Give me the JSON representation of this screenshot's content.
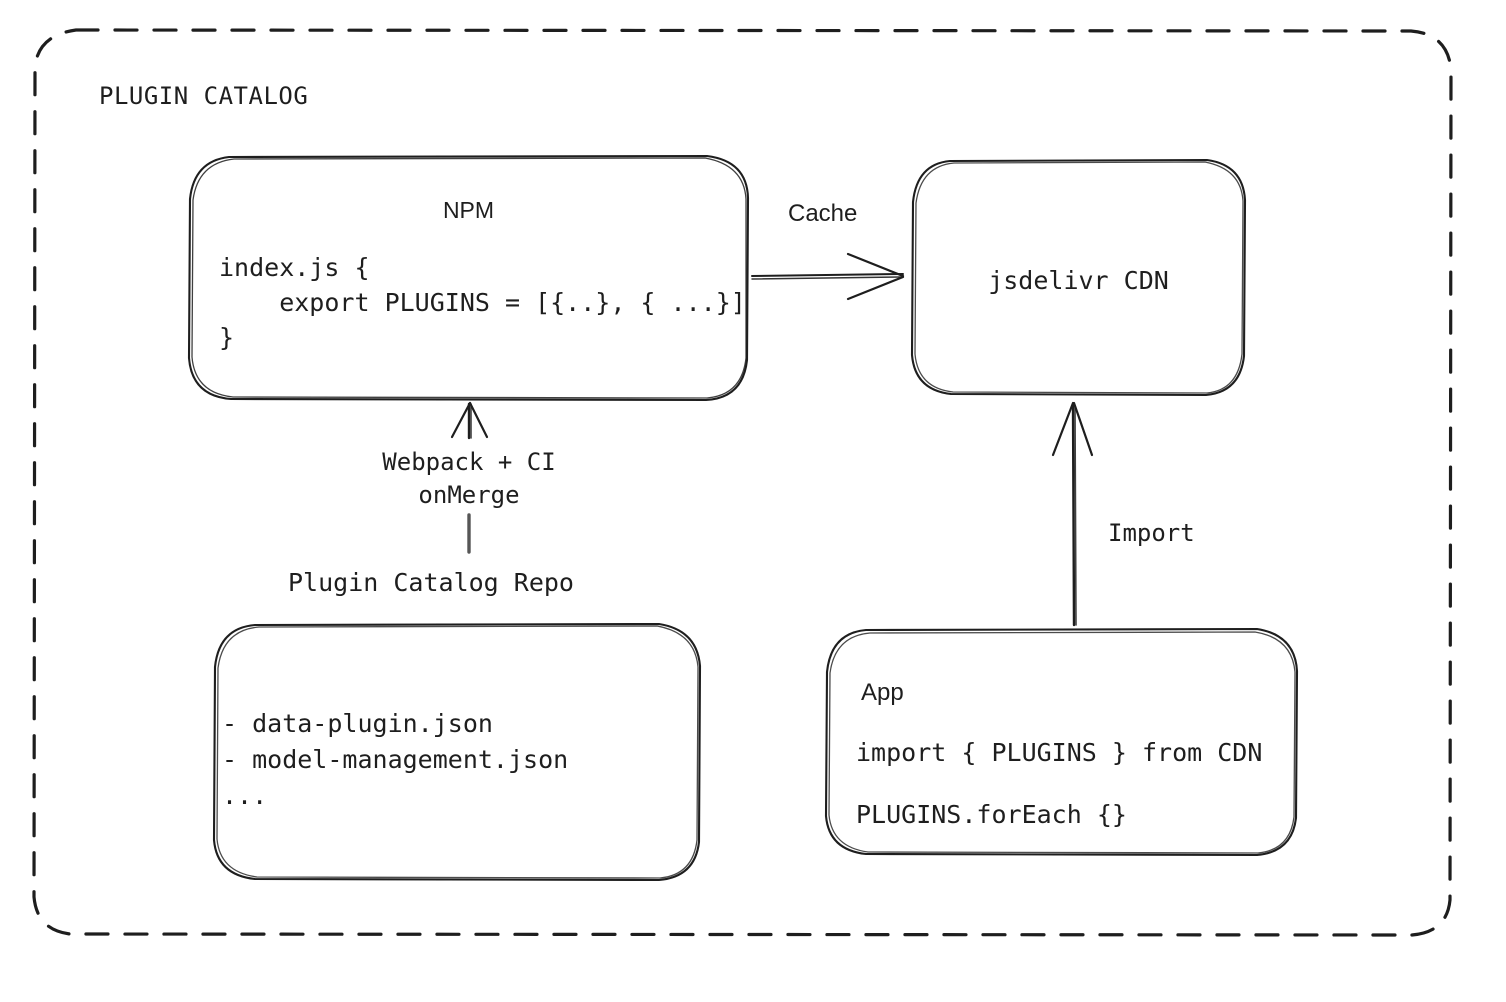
{
  "diagram": {
    "title": "PLUGIN CATALOG",
    "background": "#ffffff",
    "stroke_color": "#1e1e1e",
    "nodes": {
      "npm": {
        "title": "NPM",
        "code_line1": "index.js {",
        "code_line2": "    export PLUGINS = [{..}, { ...}]",
        "code_line3": "}"
      },
      "cdn": {
        "title": "jsdelivr CDN"
      },
      "repo": {
        "caption": "Plugin Catalog Repo",
        "item1": "- data-plugin.json",
        "item2": "- model-management.json",
        "item3": "..."
      },
      "app": {
        "title": "App",
        "code_line1": "import { PLUGINS } from CDN",
        "code_line2": "PLUGINS.forEach {}"
      }
    },
    "edges": {
      "cache": "Cache",
      "webpack": "Webpack + CI\nonMerge",
      "import": "Import"
    }
  }
}
